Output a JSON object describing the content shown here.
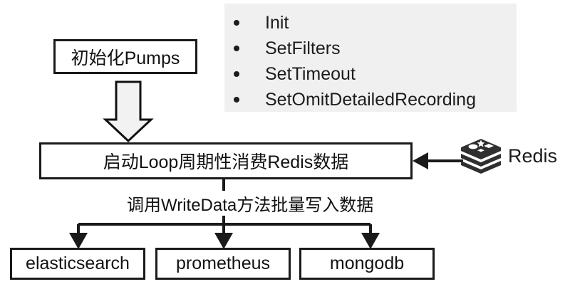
{
  "diagram": {
    "title": "Pumps initialization and Redis consumption flow",
    "colors": {
      "line": "#1a1a1a",
      "panel_background": "#f0f0f0",
      "box_background": "#ffffff",
      "text": "#111111",
      "redis_logo": "#2f2f2f"
    },
    "nodes": {
      "init_pumps": "初始化Pumps",
      "loop": "启动Loop周期性消费Redis数据",
      "elasticsearch": "elasticsearch",
      "prometheus": "prometheus",
      "mongodb": "mongodb"
    },
    "edges": {
      "write_data_label": "调用WriteData方法批量写入数据"
    },
    "methods_panel": {
      "items": [
        {
          "label": "Init"
        },
        {
          "label": "SetFilters"
        },
        {
          "label": "SetTimeout"
        },
        {
          "label": "SetOmitDetailedRecording"
        }
      ]
    },
    "redis": {
      "label": "Redis",
      "icon": "redis-stack-icon"
    }
  }
}
